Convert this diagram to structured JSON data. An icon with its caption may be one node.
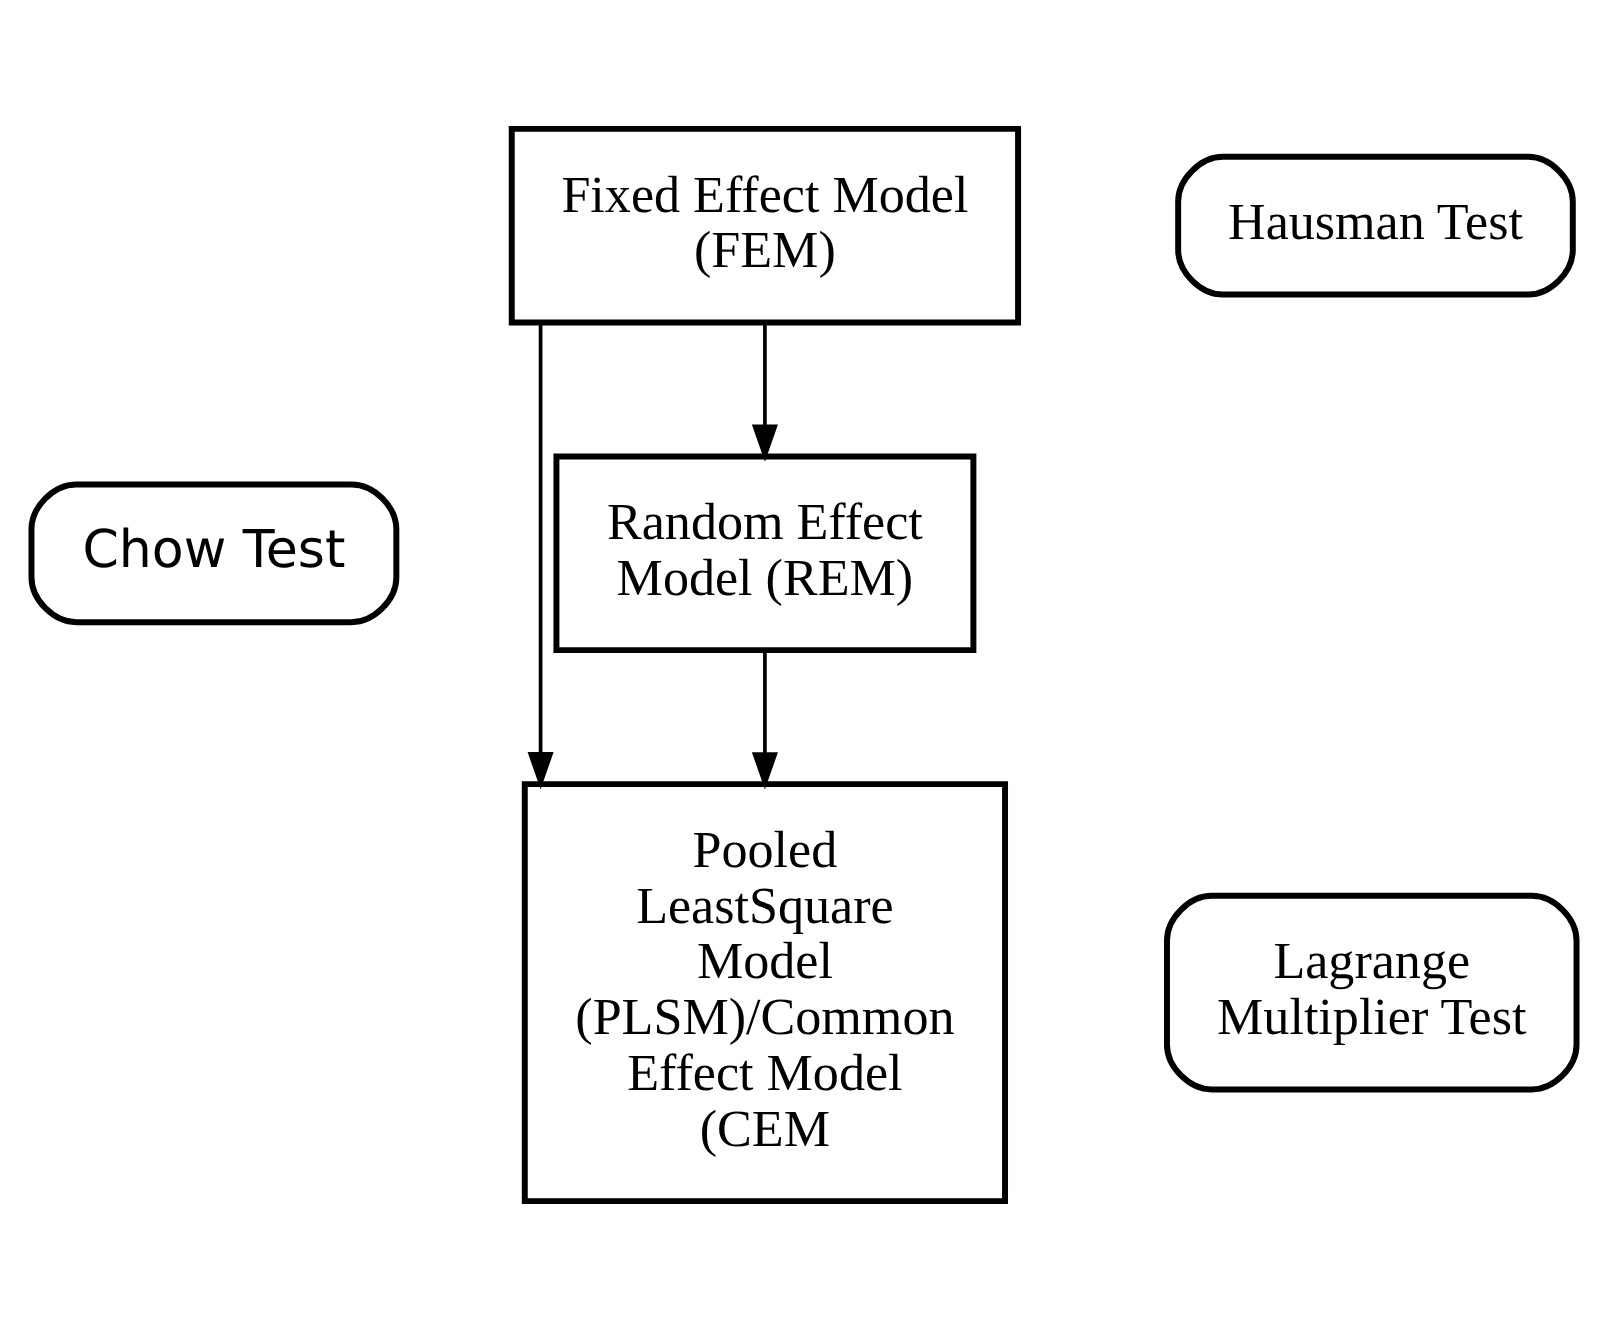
{
  "diagram": {
    "nodes": [
      {
        "text": [
          "Fixed Effect Model (FEM)"
        ]
      },
      {
        "text": [
          "Hausman Test"
        ]
      },
      {
        "text": [
          "Chow Test"
        ]
      },
      {
        "text": [
          "Random Effect Model (REM)"
        ]
      },
      {
        "text": [
          "Lagrange Multiplier Test"
        ]
      },
      {
        "text": [
          "Pooled LeastSquare Model (PLSM)/Common Effect Model (CEM"
        ]
      }
    ],
    "edges": [
      {
        "from": 0,
        "to": 3,
        "arrow": "to"
      },
      {
        "from": 3,
        "to": 5,
        "arrow": "to"
      },
      {
        "from": 0,
        "to": 5,
        "arrow": "to"
      }
    ]
  }
}
